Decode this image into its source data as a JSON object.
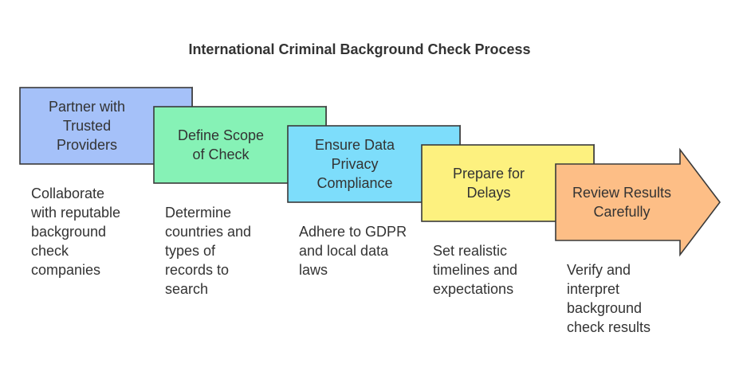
{
  "title": "International Criminal Background Check Process",
  "steps": [
    {
      "label": [
        "Partner with",
        "Trusted",
        "Providers"
      ],
      "description": [
        "Collaborate",
        "with reputable",
        "background",
        "check",
        "companies"
      ],
      "color": "#A5C1F9"
    },
    {
      "label": [
        "Define Scope",
        "of Check"
      ],
      "description": [
        "Determine",
        "countries and",
        "types of",
        "records to",
        "search"
      ],
      "color": "#86F2B6"
    },
    {
      "label": [
        "Ensure Data",
        "Privacy",
        "Compliance"
      ],
      "description": [
        "Adhere to GDPR",
        "and local data",
        "laws"
      ],
      "color": "#7DDDFB"
    },
    {
      "label": [
        "Prepare for",
        "Delays"
      ],
      "description": [
        "Set realistic",
        "timelines and",
        "expectations"
      ],
      "color": "#FDF17F"
    },
    {
      "label": [
        "Review Results",
        "Carefully"
      ],
      "description": [
        "Verify and",
        "interpret",
        "background",
        "check results"
      ],
      "color": "#FDBE86"
    }
  ]
}
